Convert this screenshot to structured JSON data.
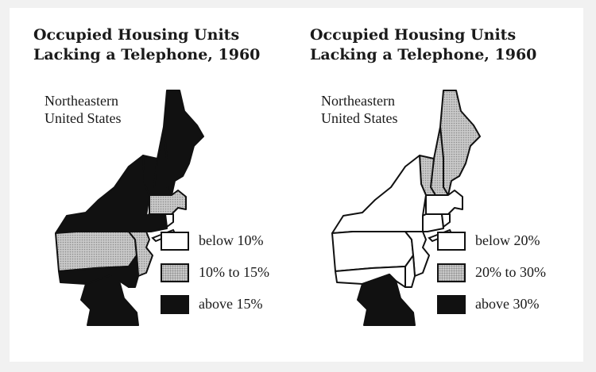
{
  "maps": [
    {
      "title_line1": "Occupied Housing Units",
      "title_line2": "Lacking a Telephone, 1960",
      "region_line1": "Northeastern",
      "region_line2": "United States",
      "legend": [
        {
          "label": "below 10%",
          "fill": "white"
        },
        {
          "label": "10% to 15%",
          "fill": "gray"
        },
        {
          "label": "above 15%",
          "fill": "black"
        }
      ],
      "state_fills": {
        "maine": "black",
        "new_hampshire": "black",
        "vermont": "black",
        "new_york": "black",
        "massachusetts": "gray",
        "connecticut": "black",
        "rhode_island": "white",
        "pennsylvania": "gray",
        "new_jersey": "gray",
        "delaware": "black",
        "maryland": "black",
        "virginia": "black"
      }
    },
    {
      "title_line1": "Occupied Housing Units",
      "title_line2": "Lacking a Telephone, 1960",
      "region_line1": "Northeastern",
      "region_line2": "United States",
      "legend": [
        {
          "label": "below 20%",
          "fill": "white"
        },
        {
          "label": "20% to 30%",
          "fill": "gray"
        },
        {
          "label": "above 30%",
          "fill": "black"
        }
      ],
      "state_fills": {
        "maine": "gray",
        "new_hampshire": "gray",
        "vermont": "gray",
        "new_york": "white",
        "massachusetts": "white",
        "connecticut": "white",
        "rhode_island": "white",
        "pennsylvania": "white",
        "new_jersey": "white",
        "delaware": "white",
        "maryland": "white",
        "virginia": "black"
      }
    }
  ],
  "colors": {
    "white": "#ffffff",
    "gray": "#c4c4c4",
    "black": "#111111",
    "outline": "#111111"
  }
}
